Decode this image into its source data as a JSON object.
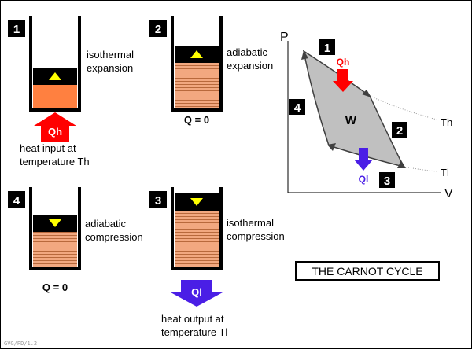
{
  "steps": {
    "s1": {
      "num": "1",
      "line1": "isothermal",
      "line2": "expansion"
    },
    "s2": {
      "num": "2",
      "line1": "adiabatic",
      "line2": "expansion",
      "q": "Q = 0"
    },
    "s3": {
      "num": "3",
      "line1": "isothermal",
      "line2": "compression"
    },
    "s4": {
      "num": "4",
      "line1": "adiabatic",
      "line2": "compression",
      "q": "Q = 0"
    }
  },
  "heat_in": {
    "label": "Qh",
    "line1": "heat input at",
    "line2": "temperature Th"
  },
  "heat_out": {
    "label": "Ql",
    "line1": "heat output at",
    "line2": "temperature Tl"
  },
  "pv": {
    "p_axis": "P",
    "v_axis": "V",
    "th": "Th",
    "tl": "Tl",
    "w": "W",
    "qh": "Qh",
    "ql": "Ql",
    "n1": "1",
    "n2": "2",
    "n3": "3",
    "n4": "4"
  },
  "title": "THE CARNOT CYCLE",
  "footer": "GVG/PD/1.2",
  "colors": {
    "hot": "#ff0000",
    "cold": "#4a1ee6",
    "gas_hot": "#ff8040",
    "gas_warm": "#f0a080",
    "stripe": "#c87850",
    "piston": "#000000",
    "piston_arrow": "#ffff00",
    "cycle_fill": "#c0c0c0"
  }
}
